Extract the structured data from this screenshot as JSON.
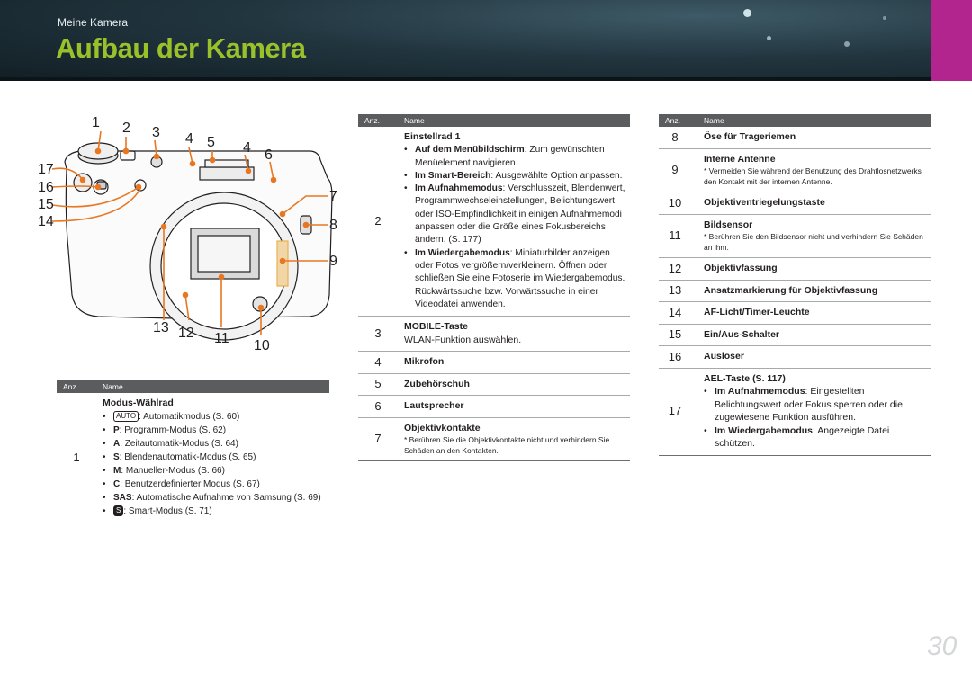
{
  "header": {
    "section": "Meine Kamera",
    "title": "Aufbau der Kamera"
  },
  "callouts": [
    "1",
    "2",
    "3",
    "4",
    "5",
    "4",
    "6",
    "17",
    "16",
    "15",
    "14",
    "7",
    "8",
    "9",
    "13",
    "12",
    "11",
    "10"
  ],
  "col_headers": {
    "num": "Anz.",
    "name": "Name"
  },
  "table1": {
    "num": "1",
    "title": "Modus-Wählrad",
    "items": [
      {
        "icon": "AUTO",
        "text": ": Automatikmodus (S. 60)"
      },
      {
        "icon": "P",
        "text": ": Programm-Modus (S. 62)"
      },
      {
        "icon": "A",
        "text": ": Zeitautomatik-Modus (S. 64)"
      },
      {
        "icon": "S",
        "text": ": Blendenautomatik-Modus (S. 65)"
      },
      {
        "icon": "M",
        "text": ": Manueller-Modus (S. 66)"
      },
      {
        "icon": "C",
        "text": ": Benutzerdefinierter Modus (S. 67)"
      },
      {
        "icon": "SAS",
        "text": ": Automatische Aufnahme von Samsung (S. 69)"
      },
      {
        "icon": "S",
        "text": ": Smart-Modus (S. 71)"
      }
    ]
  },
  "table2": {
    "r2": {
      "num": "2",
      "title": "Einstellrad 1",
      "b1_bold": "Auf dem Menübildschirm",
      "b1_text": ": Zum gewünschten Menüelement navigieren.",
      "b2_pre": "Im ",
      "b2_bold": "Smart-Bereich",
      "b2_text": ": Ausgewählte Option anpassen.",
      "b3_bold": "Im Aufnahmemodus",
      "b3_text": ": Verschlusszeit, Blendenwert, Programmwechseleinstellungen, Belichtungswert oder ISO-Empfindlichkeit in einigen Aufnahmemodi anpassen oder die Größe eines Fokusbereichs ändern. (S. 177)",
      "b4_bold": "Im Wiedergabemodus",
      "b4_text": ": Miniaturbilder anzeigen oder Fotos vergrößern/verkleinern. Öffnen oder schließen Sie eine Fotoserie im Wiedergabemodus. Rückwärtssuche bzw. Vorwärtssuche in einer Videodatei anwenden."
    },
    "r3": {
      "num": "3",
      "title": "MOBILE-Taste",
      "text": "WLAN-Funktion auswählen."
    },
    "r4": {
      "num": "4",
      "title": "Mikrofon"
    },
    "r5": {
      "num": "5",
      "title": "Zubehörschuh"
    },
    "r6": {
      "num": "6",
      "title": "Lautsprecher"
    },
    "r7": {
      "num": "7",
      "title": "Objektivkontakte",
      "note": "* Berühren Sie die Objektivkontakte nicht und verhindern Sie Schäden an den Kontakten."
    }
  },
  "table3": {
    "r8": {
      "num": "8",
      "title": "Öse für Trageriemen"
    },
    "r9": {
      "num": "9",
      "title": "Interne Antenne",
      "note": "* Vermeiden Sie während der Benutzung des Drahtlosnetzwerks den Kontakt mit der internen Antenne."
    },
    "r10": {
      "num": "10",
      "title": "Objektiventriegelungstaste"
    },
    "r11": {
      "num": "11",
      "title": "Bildsensor",
      "note": "* Berühren Sie den Bildsensor nicht und verhindern Sie Schäden an ihm."
    },
    "r12": {
      "num": "12",
      "title": "Objektivfassung"
    },
    "r13": {
      "num": "13",
      "title": "Ansatzmarkierung für Objektivfassung"
    },
    "r14": {
      "num": "14",
      "title": "AF-Licht/Timer-Leuchte"
    },
    "r15": {
      "num": "15",
      "title": "Ein/Aus-Schalter"
    },
    "r16": {
      "num": "16",
      "title": "Auslöser"
    },
    "r17": {
      "num": "17",
      "title": "AEL-Taste (S. 117)",
      "b1_bold": "Im Aufnahmemodus",
      "b1_text": ": Eingestellten Belichtungswert oder Fokus sperren oder die zugewiesene Funktion ausführen.",
      "b2_bold": "Im Wiedergabemodus",
      "b2_text": ": Angezeigte Datei schützen."
    }
  },
  "page_number": "30"
}
